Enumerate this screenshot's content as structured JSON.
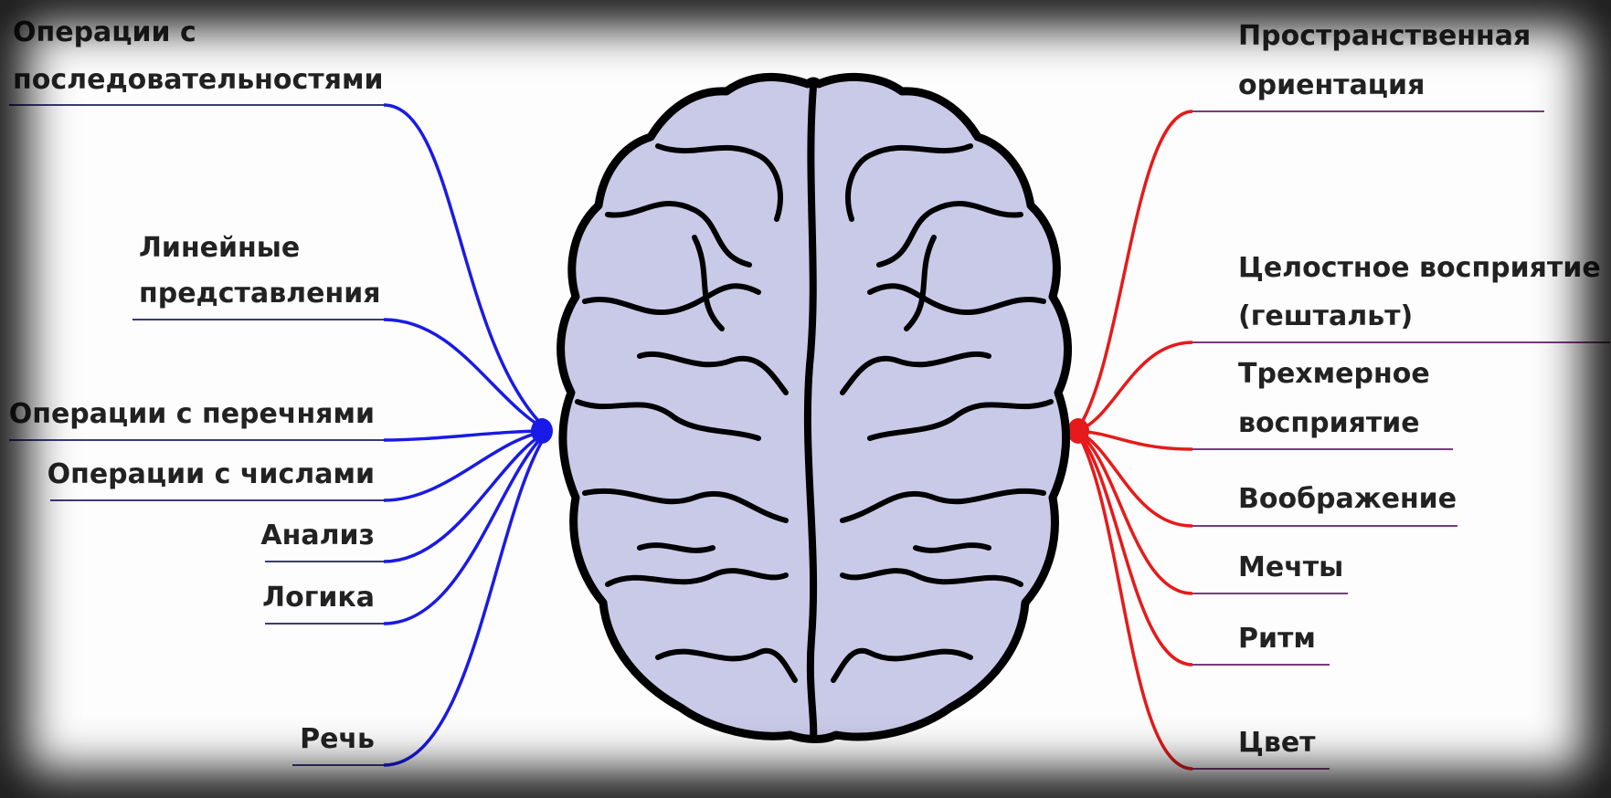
{
  "colors": {
    "left_lines": "#1a1ae6",
    "right_lines": "#e61a1a",
    "brain_fill": "#c9cae8",
    "brain_stroke": "#000000",
    "underline_left": "#3a3a7a",
    "underline_right": "#7a3a3a"
  },
  "left_functions": {
    "sequences_1": "Операции с",
    "sequences_2": "последовательностями",
    "linear_1": "Линейные",
    "linear_2": "представления",
    "lists": "Операции с перечнями",
    "numbers": "Операции с числами",
    "analysis": "Анализ",
    "logic": "Логика",
    "speech": "Речь"
  },
  "right_functions": {
    "spatial_1": "Пространственная",
    "spatial_2": "ориентация",
    "gestalt_1": "Целостное восприятие",
    "gestalt_2": "(гештальт)",
    "threed_1": "Трехмерное",
    "threed_2": "восприятие",
    "imagination": "Воображение",
    "dreams": "Мечты",
    "rhythm": "Ритм",
    "color": "Цвет"
  }
}
